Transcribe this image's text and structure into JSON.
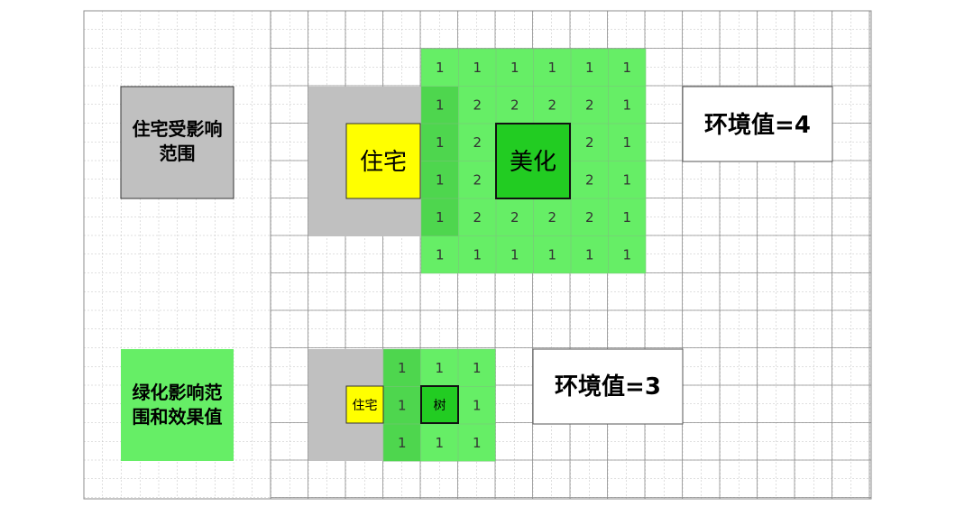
{
  "colors": {
    "grid_minor": "#bfbfbf",
    "grid_major": "#8c8c8c",
    "gray_zone": "#c0c0c0",
    "green_light": "#66ee66",
    "green_mid": "#4ed64e",
    "green_dark": "#22cc22",
    "yellow": "#ffff00",
    "border": "#333333"
  },
  "legend": {
    "residence_range": "住宅受影响范围",
    "green_range": "绿化影响范围和效果值"
  },
  "scene_top": {
    "residence_label": "住宅",
    "beautify_label": "美化",
    "env_value_label": "环境值=4",
    "numbers": [
      [
        "1",
        "1",
        "1",
        "1",
        "1",
        "1"
      ],
      [
        "1",
        "2",
        "2",
        "2",
        "2",
        "1"
      ],
      [
        "1",
        "2",
        "",
        "",
        "2",
        "1"
      ],
      [
        "1",
        "2",
        "",
        "",
        "2",
        "1"
      ],
      [
        "1",
        "2",
        "2",
        "2",
        "2",
        "1"
      ],
      [
        "1",
        "1",
        "1",
        "1",
        "1",
        "1"
      ]
    ]
  },
  "scene_bottom": {
    "residence_label": "住宅",
    "tree_label": "树",
    "env_value_label": "环境值=3",
    "numbers": [
      [
        "1",
        "1",
        "1"
      ],
      [
        "1",
        "",
        "1"
      ],
      [
        "1",
        "1",
        "1"
      ]
    ]
  }
}
